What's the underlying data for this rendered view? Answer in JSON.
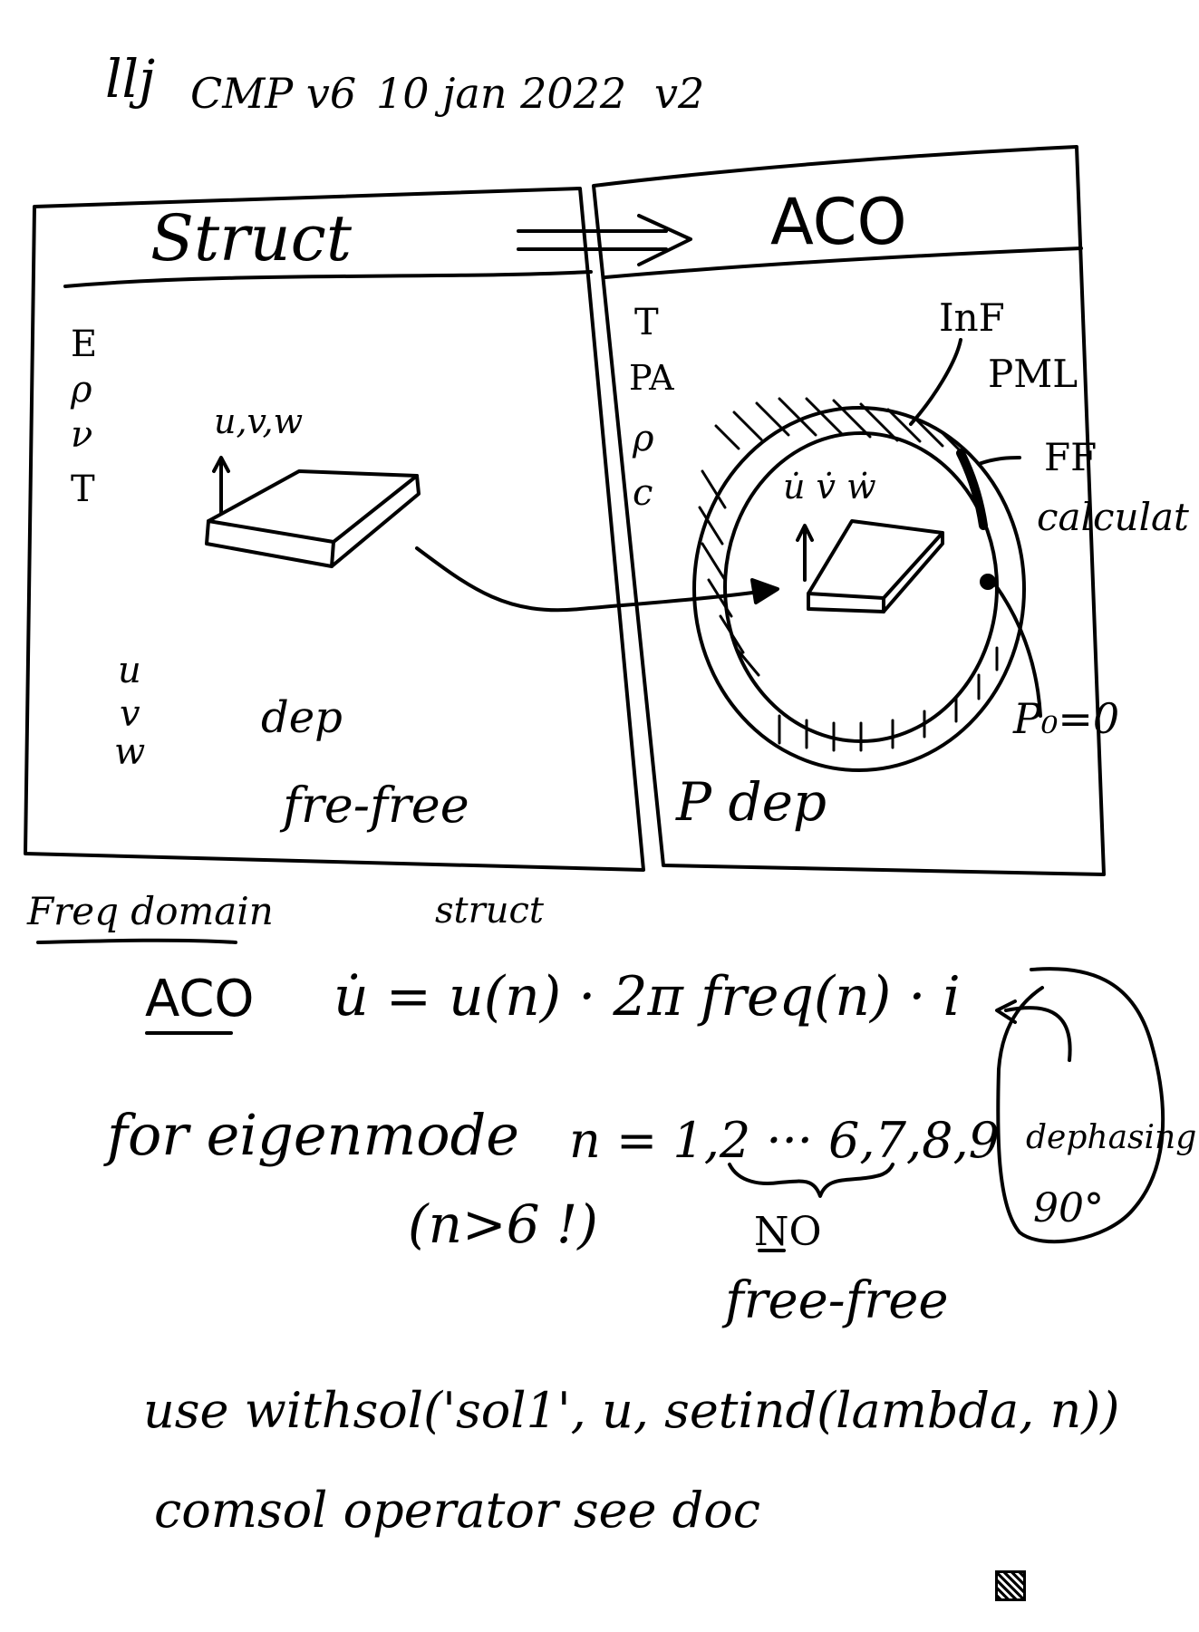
{
  "header": {
    "initials": "llj",
    "project": "CMP v6",
    "date": "10 jan 2022",
    "version": "v2"
  },
  "panels": {
    "left_title": "Struct",
    "right_title": "ACO",
    "left_params": [
      "E",
      "ρ",
      "ν",
      "T"
    ],
    "right_params": [
      "T",
      "PA",
      "ρ",
      "c"
    ],
    "left_vector_label": "u,v,w",
    "right_vector_label": "u̇ v̇ ẇ",
    "left_dof": [
      "u",
      "v",
      "w"
    ],
    "left_dep": "dep",
    "left_bc": "fre-free",
    "right_dep": "P dep",
    "inf_label": "InF",
    "pml_label": "PML",
    "ff_label": "FF",
    "ff_calc_label": "calculat",
    "p0_label": "P₀=0"
  },
  "notes": {
    "freq_domain": "Freq domain",
    "struct_label": "struct",
    "aco_label": "ACO",
    "equation": "u̇ = u(n) · 2π freq(n) · i",
    "eigenmode": "for eigenmode",
    "n_values": "n = 1,2 ··· 6,7,8,9",
    "n_condition": "(n>6 !)",
    "no_label": "NO",
    "free_free": "free-free",
    "dephasing": "dephasing",
    "dephasing_angle": "90°",
    "withsol": "use withsol('sol1', u, setind(lambda, n))",
    "comsol": "comsol operator see doc"
  }
}
